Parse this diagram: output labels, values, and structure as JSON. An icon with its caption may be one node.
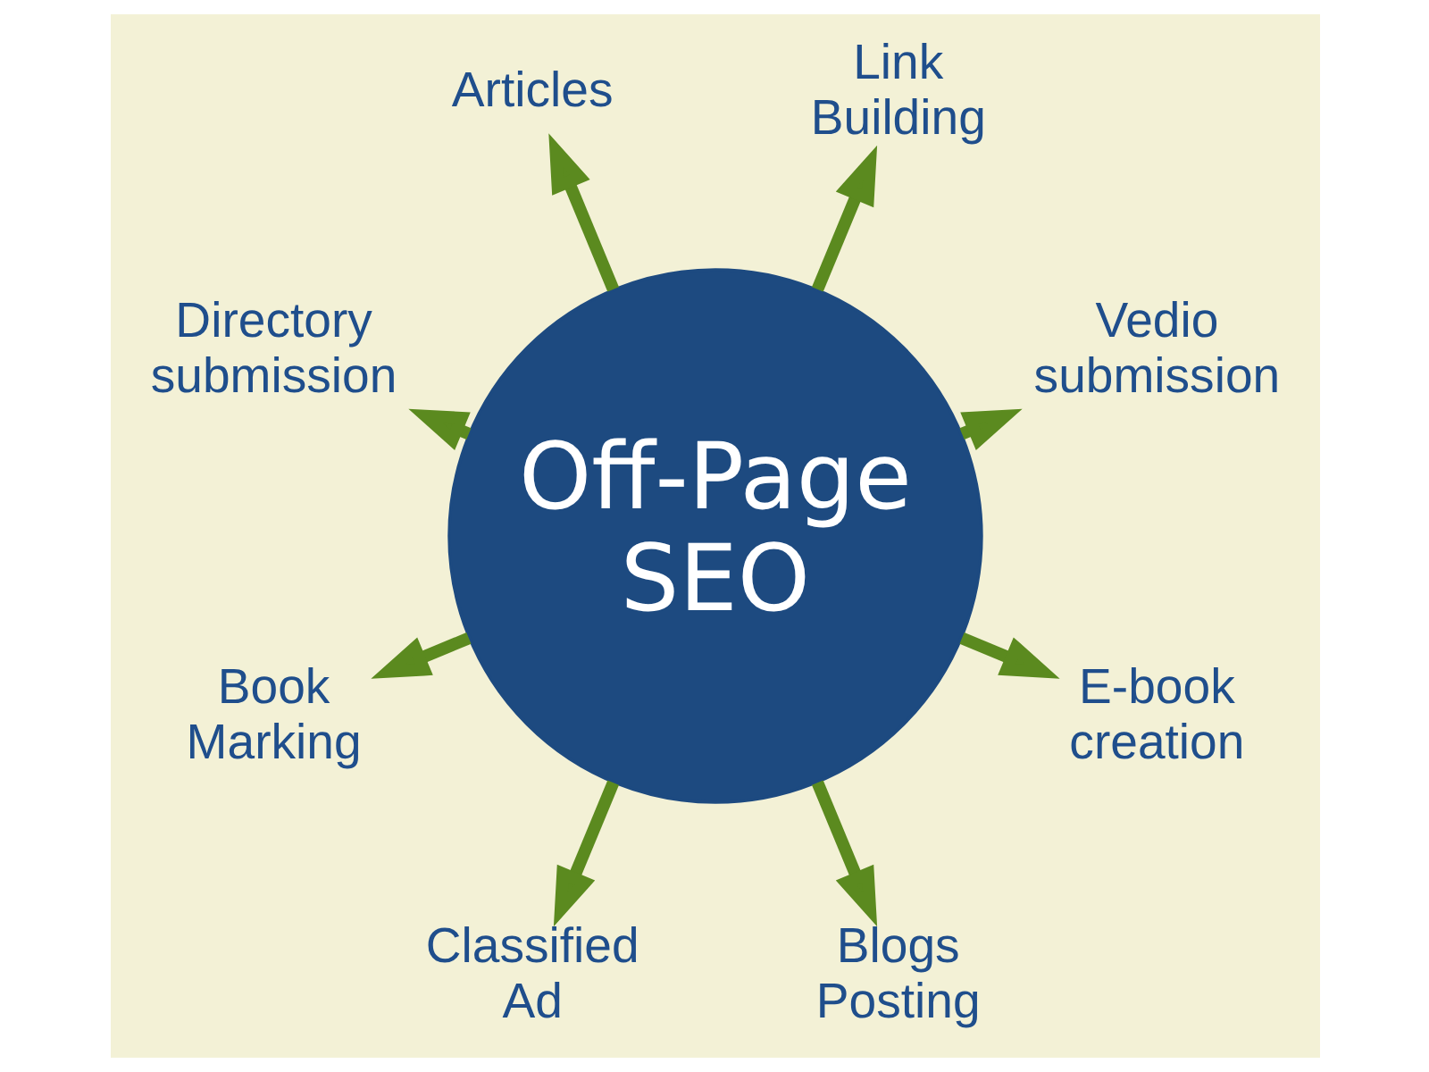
{
  "diagram": {
    "nodes": [
      {
        "text": [
          "Off-Page",
          "SEO"
        ]
      },
      {
        "text": [
          "Vedio submission"
        ]
      },
      {
        "text": [
          "Link Building"
        ]
      },
      {
        "text": [
          "Articles"
        ]
      },
      {
        "text": [
          "Directory submission"
        ]
      },
      {
        "text": [
          "Book Marking"
        ]
      },
      {
        "text": [
          "Classified Ad"
        ]
      },
      {
        "text": [
          "Blogs Posting"
        ]
      },
      {
        "text": [
          "E-book creation"
        ]
      }
    ],
    "edges": [
      {
        "from": 0,
        "to": 1,
        "arrow": "to"
      },
      {
        "from": 0,
        "to": 2,
        "arrow": "to"
      },
      {
        "from": 0,
        "to": 3,
        "arrow": "to"
      },
      {
        "from": 0,
        "to": 4,
        "arrow": "to"
      },
      {
        "from": 0,
        "to": 5,
        "arrow": "to"
      },
      {
        "from": 0,
        "to": 6,
        "arrow": "to"
      },
      {
        "from": 0,
        "to": 7,
        "arrow": "to"
      },
      {
        "from": 0,
        "to": 8,
        "arrow": "to"
      }
    ]
  }
}
